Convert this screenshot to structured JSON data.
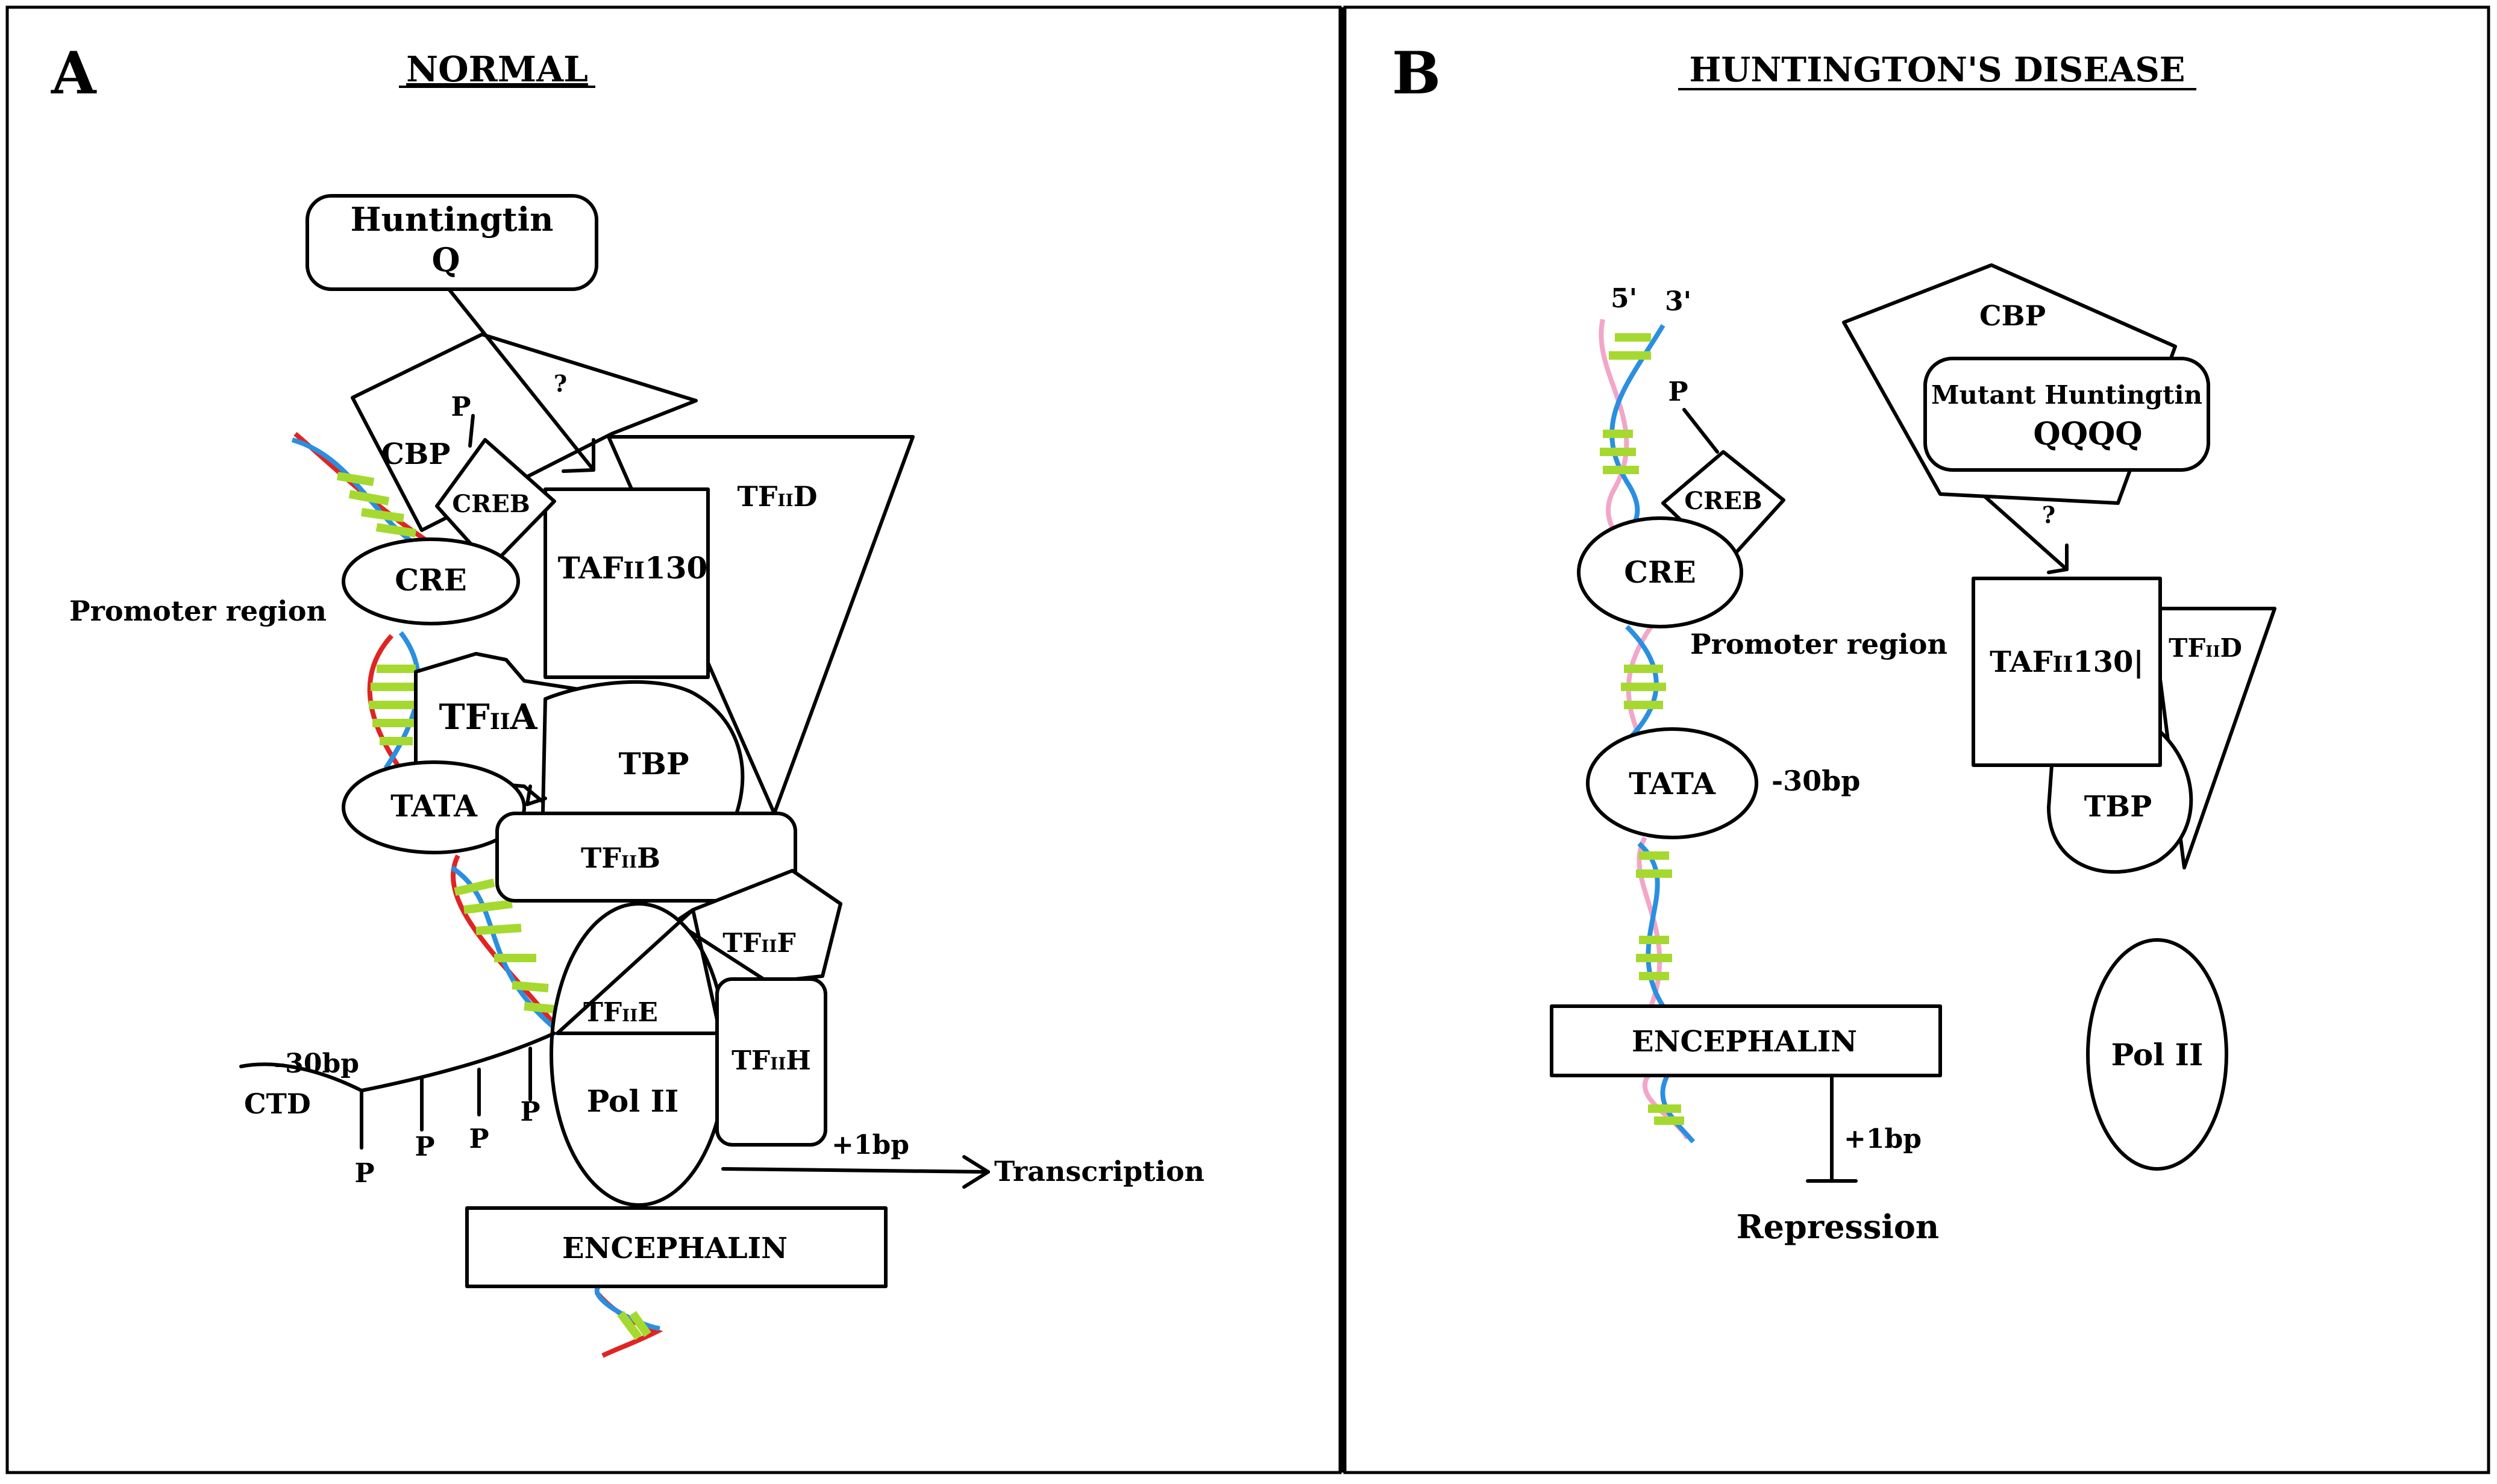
{
  "panel_a": {
    "letter": "A",
    "title": "NORMAL",
    "huntingtin_line1": "Huntingtin",
    "huntingtin_line2": "Q",
    "question": "?",
    "cbp": "CBP",
    "p": "P",
    "creb": "CREB",
    "cre": "CRE",
    "promoter_region": "Promoter region",
    "taf_prefix": "TAF",
    "taf_sub": "II",
    "taf_suffix": "130",
    "tf": "TF",
    "sub_ii": "II",
    "tfiid_letter": "D",
    "tfiia_letter": "A",
    "tbp": "TBP",
    "tata": "TATA",
    "tfiib_letter": "B",
    "tfiif_letter": "F",
    "tfiie_letter": "E",
    "tfiih_letter": "H",
    "pol2": "Pol II",
    "minus30bp": "-30bp",
    "ctd": "CTD",
    "plus1bp": "+1bp",
    "transcription": "Transcription",
    "encephalin": "ENCEPHALIN"
  },
  "panel_b": {
    "letter": "B",
    "title": "HUNTINGTON'S DISEASE",
    "five_prime": "5'",
    "three_prime": "3'",
    "cbp": "CBP",
    "mutant_line1": "Mutant Huntingtin",
    "mutant_line2": "QQQQ",
    "question": "?",
    "p": "P",
    "creb": "CREB",
    "cre": "CRE",
    "promoter_region": "Promoter region",
    "taf_prefix": "TAF",
    "taf_sub": "II",
    "taf_suffix": "130|",
    "tf": "TF",
    "sub_ii": "II",
    "tfiid_letter": "D",
    "tata": "TATA",
    "minus30bp": "-30bp",
    "tbp": "TBP",
    "encephalin": "ENCEPHALIN",
    "plus1bp": "+1bp",
    "pol2": "Pol II",
    "repression": "Repression"
  },
  "colors": {
    "dna_red": "#e02424",
    "dna_blue": "#2a8fe0",
    "dna_pink": "#f2a6c8",
    "dna_rung": "#a6d930"
  }
}
